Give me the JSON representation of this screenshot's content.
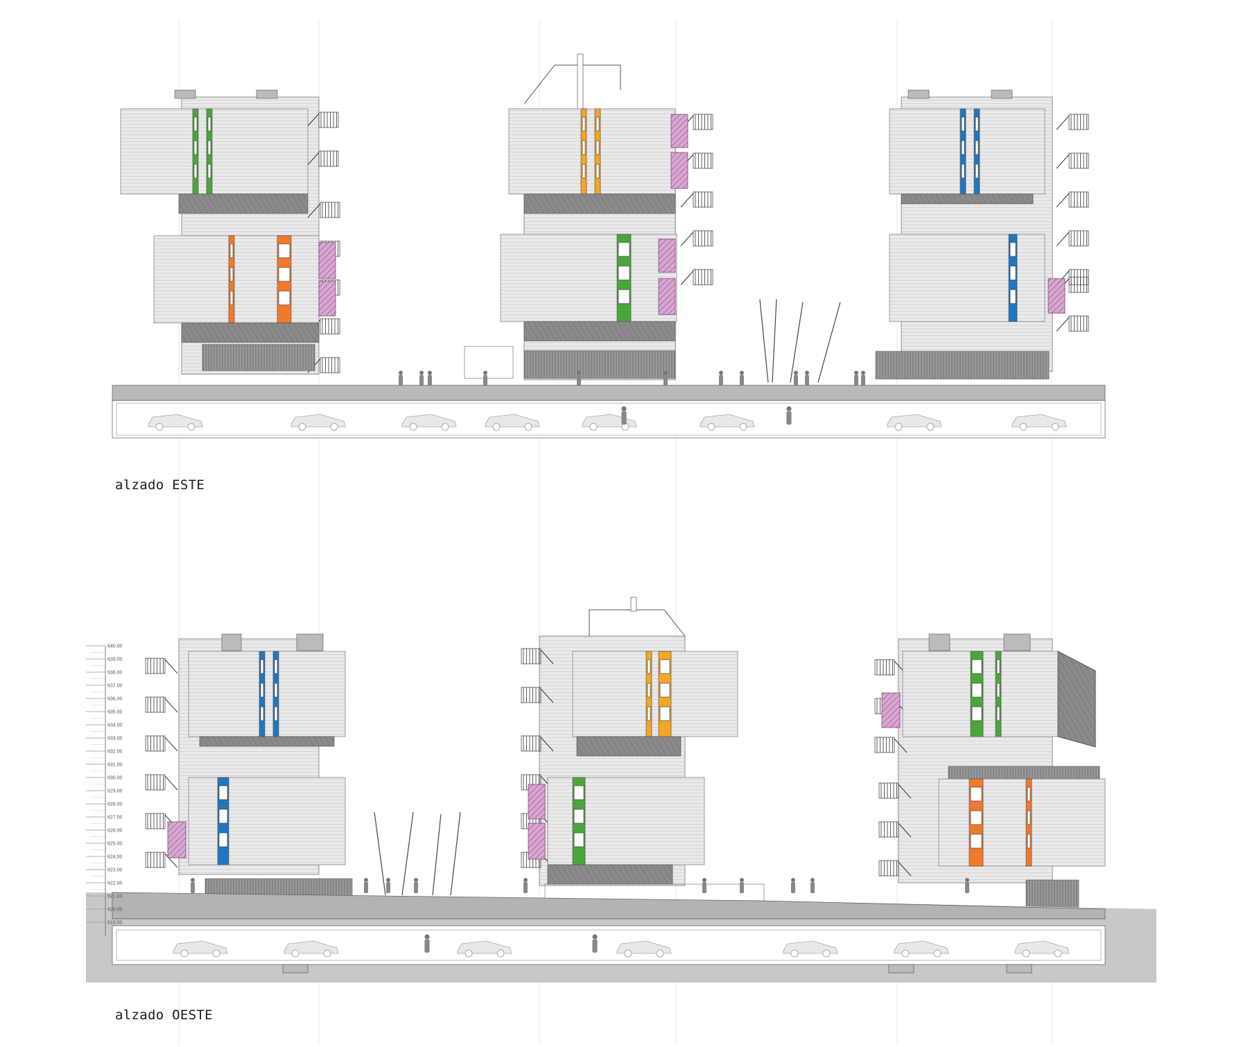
{
  "captions": {
    "este": "alzado ESTE",
    "oeste": "alzado OESTE"
  },
  "elevation_scale": {
    "levels": [
      "640.00",
      "639.00",
      "638.00",
      "637.00",
      "636.00",
      "635.00",
      "634.00",
      "633.00",
      "632.00",
      "631.00",
      "630.00",
      "629.00",
      "628.00",
      "627.00",
      "626.00",
      "625.00",
      "624.00",
      "623.00",
      "622.00",
      "621.00",
      "620.00",
      "619.00"
    ]
  },
  "colors": {
    "green": "#4aa63a",
    "orange": "#f07a2a",
    "yellow": "#f5a623",
    "blue": "#1f77c0",
    "magenta": "#b0559f",
    "facade": "#e6e6e6",
    "shadow": "#8c8c8c",
    "ground": "#c8c8c8"
  }
}
